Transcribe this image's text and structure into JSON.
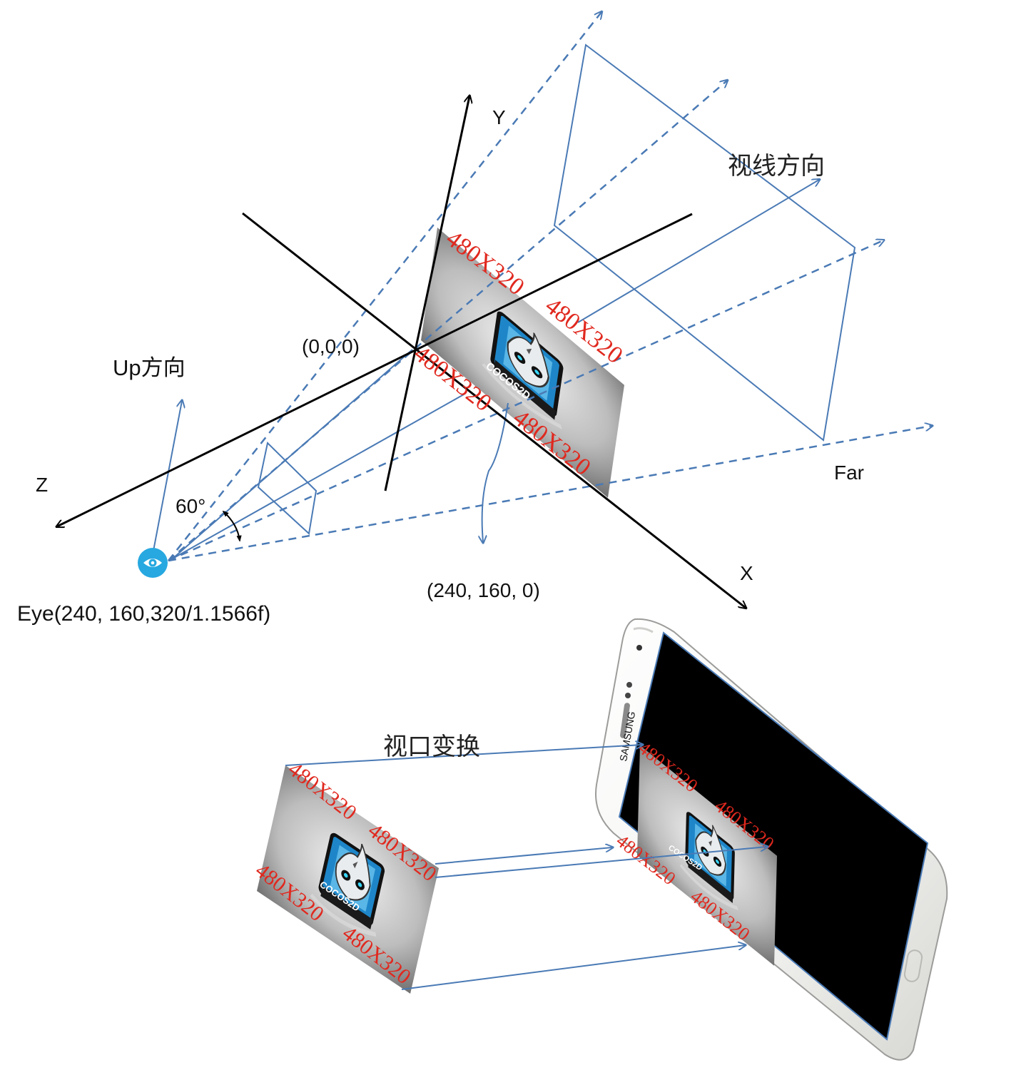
{
  "labels": {
    "y_axis": "Y",
    "z_axis": "Z",
    "x_axis": "X",
    "origin": "(0,0,0)",
    "up_direction": "Up方向",
    "sight_direction": "视线方向",
    "far": "Far",
    "fov": "60°",
    "eye": "Eye(240, 160,320/1.1566f)",
    "screen_center": "(240, 160, 0)",
    "viewport_transform": "视口变换"
  },
  "screen_texture": {
    "resolution_label": "480X320",
    "logo_text": "COCOS2D"
  },
  "device": {
    "brand": "SAMSUNG"
  },
  "colors": {
    "axis": "#000000",
    "frustum_line": "#4a7ab5",
    "resolution_text": "#e0281e",
    "logo_blue": "#1e86c8",
    "device_screen": "#000000",
    "eye_icon": "#27a8e0"
  },
  "icons": {
    "eye": "eye-icon"
  }
}
